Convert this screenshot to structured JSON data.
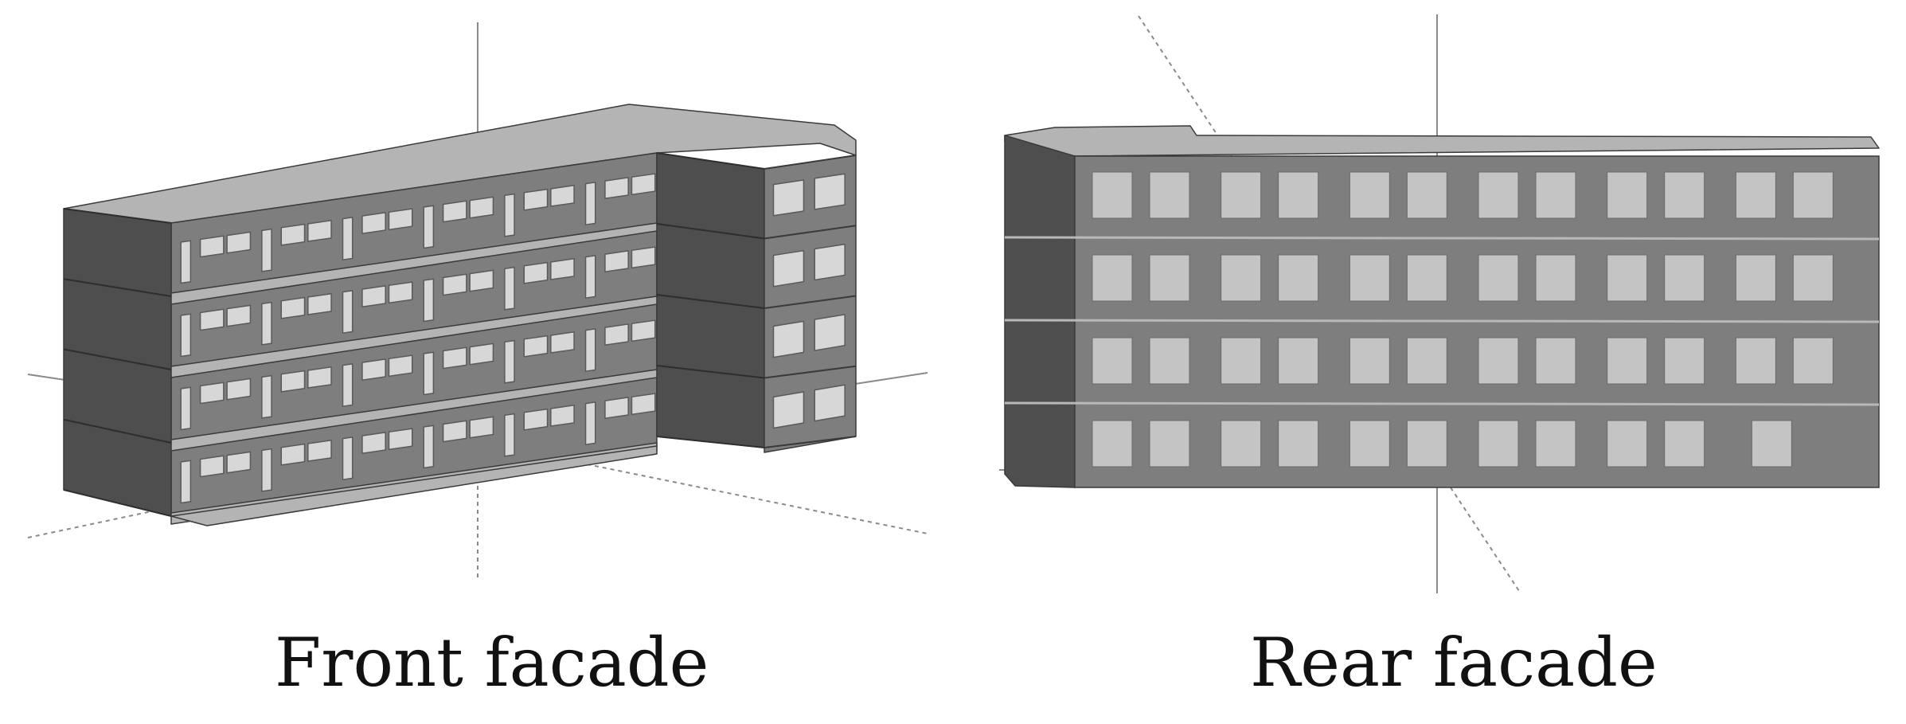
{
  "figure": {
    "front": {
      "caption": "Front facade",
      "storeys": 4,
      "window_columns_main_wing": 6,
      "window_columns_end_block": 2
    },
    "rear": {
      "caption": "Rear facade",
      "storeys": 4,
      "window_columns": 12
    }
  },
  "colors": {
    "roof": "#b4b4b4",
    "facade": "#7e7e7e",
    "dark_side": "#4e4e4e",
    "window": "#d7d7d7",
    "window_rear": "#c4c4c4",
    "axis": "#8a8a8a"
  }
}
